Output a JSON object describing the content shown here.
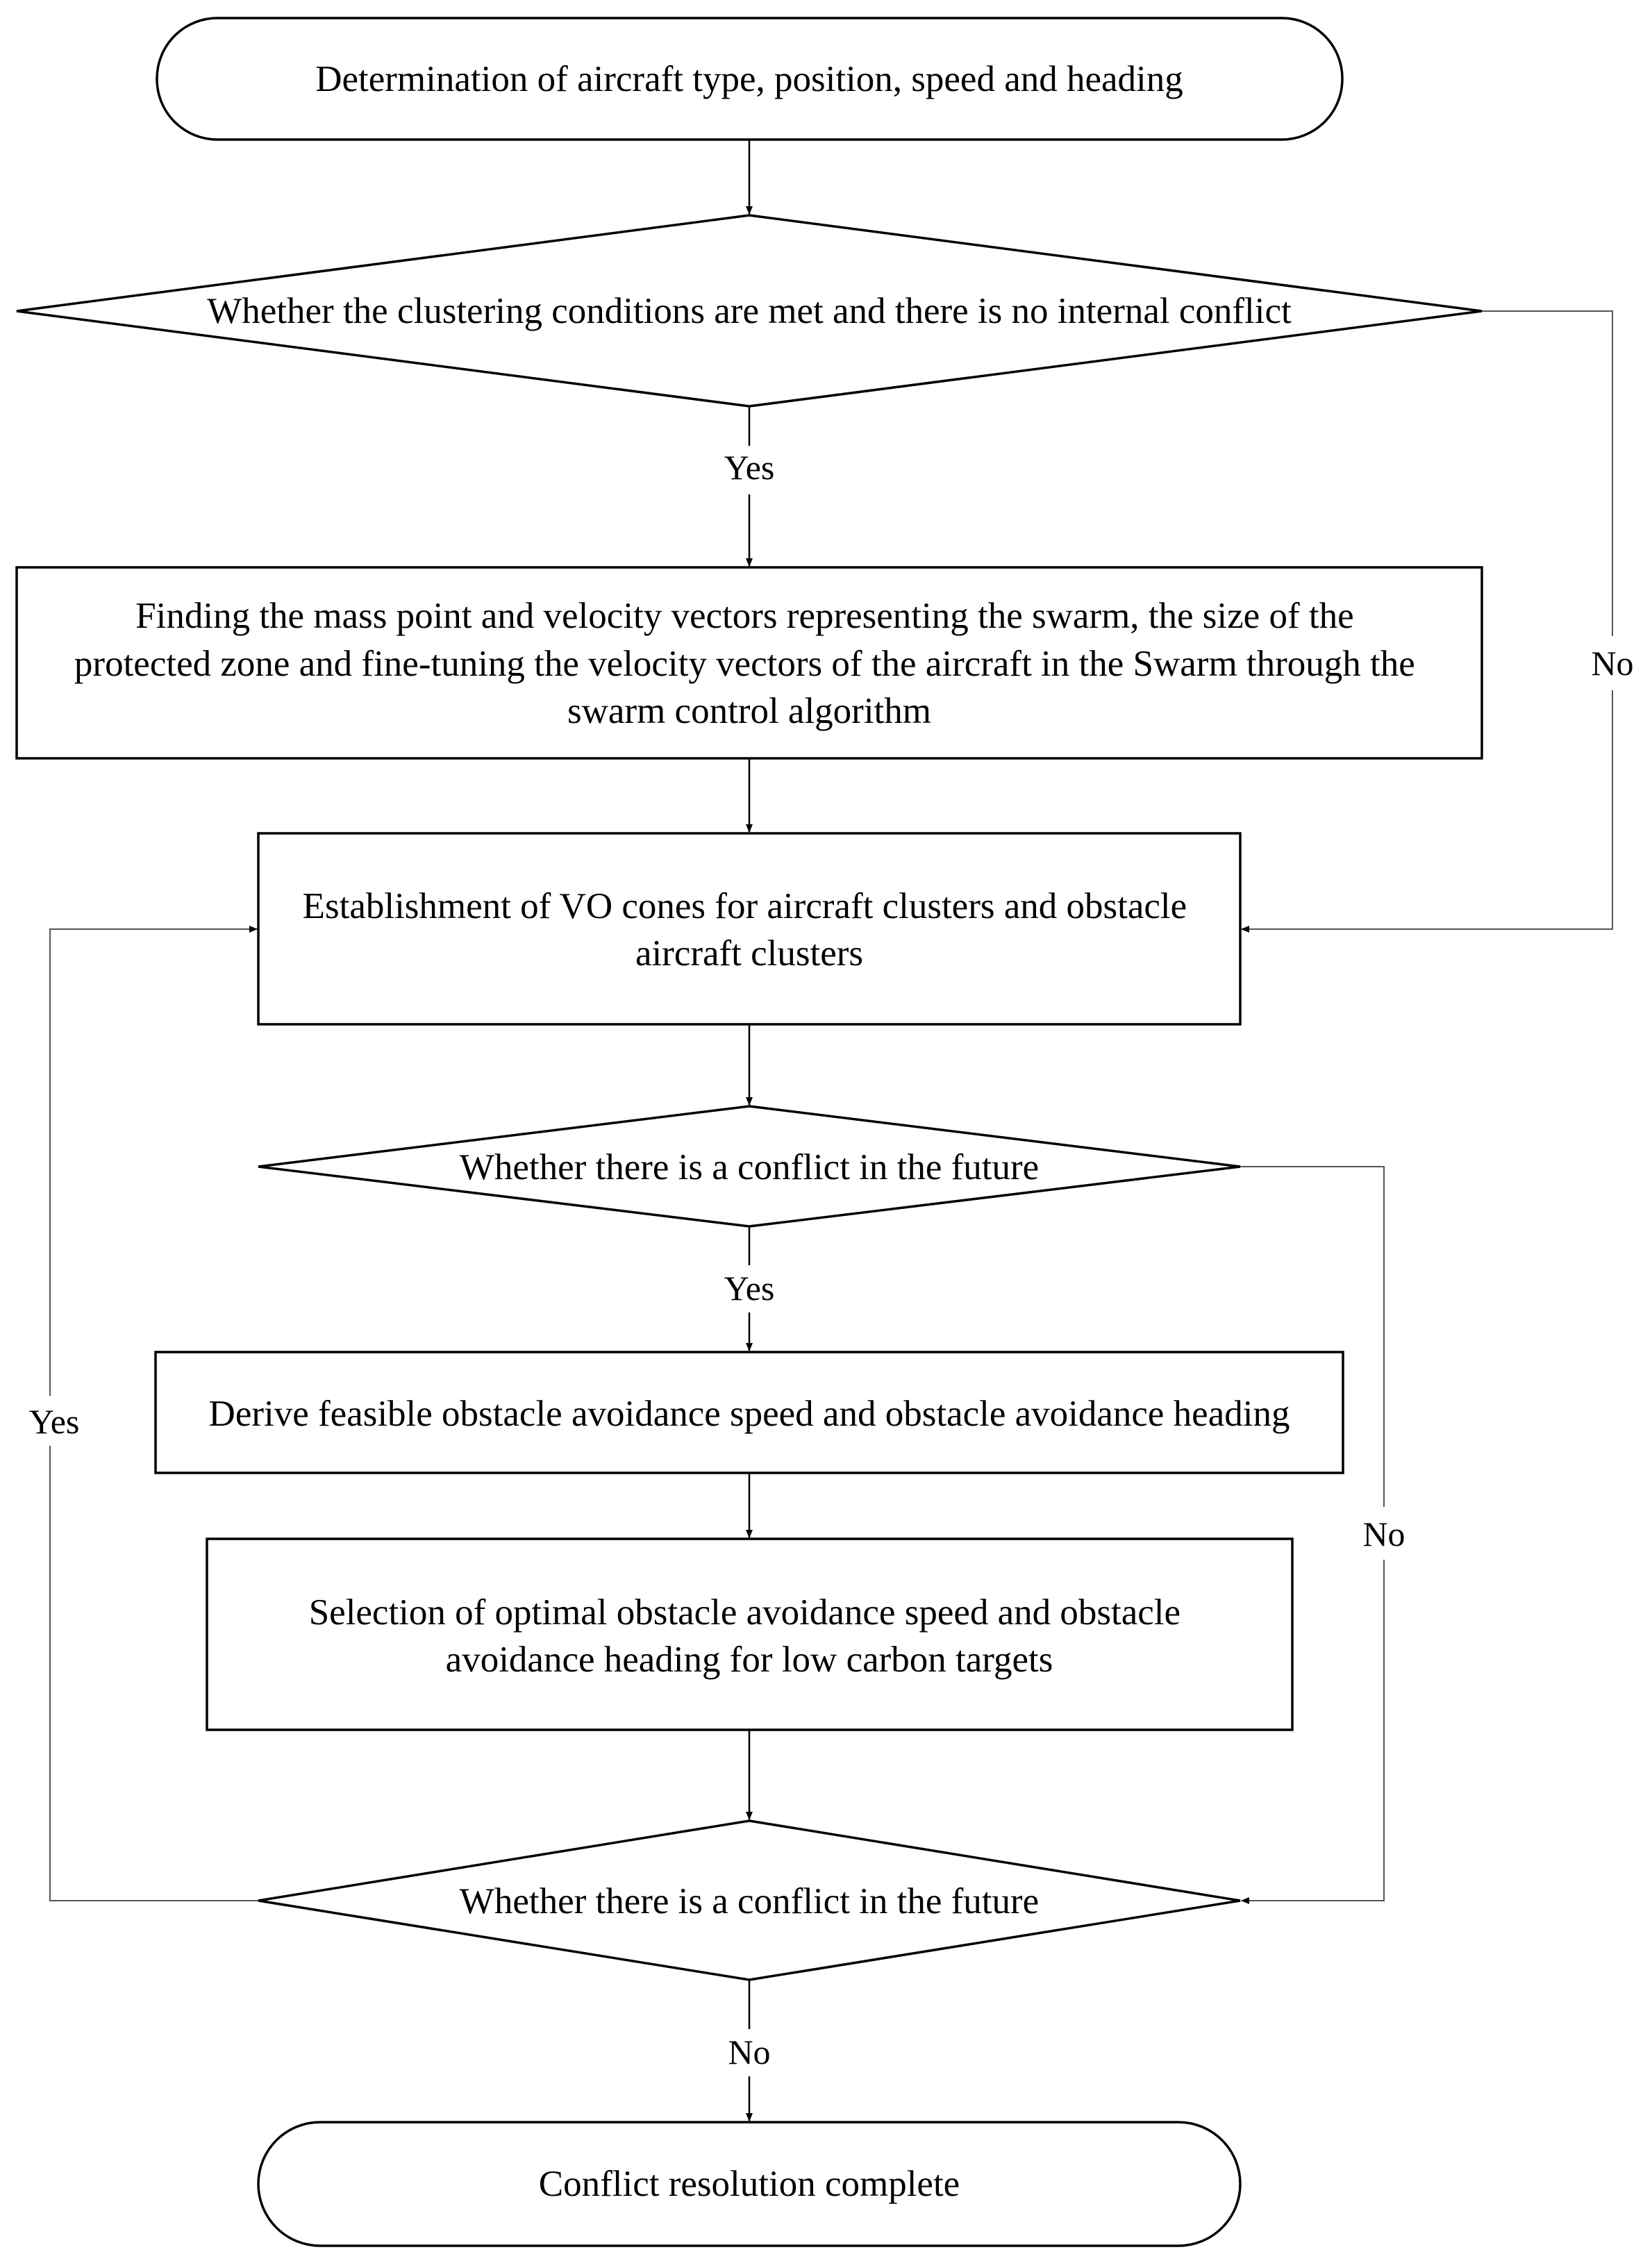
{
  "nodes": {
    "start": {
      "lines": [
        "Determination of aircraft type, position, speed and heading"
      ]
    },
    "decision_cluster": {
      "lines": [
        "Whether the clustering conditions are met and there is no internal conflict"
      ]
    },
    "swarm_vectors": {
      "lines": [
        "Finding the mass point and velocity vectors representing the swarm, the size of the",
        "protected zone and fine-tuning the velocity vectors of the aircraft in the Swarm through the",
        "swarm control algorithm"
      ]
    },
    "vo_cones": {
      "lines": [
        "Establishment of VO cones for aircraft clusters and obstacle",
        "aircraft clusters"
      ]
    },
    "decision_future_1": {
      "lines": [
        "Whether there is a conflict in the future"
      ]
    },
    "derive_feasible": {
      "lines": [
        "Derive feasible obstacle avoidance speed and obstacle avoidance heading"
      ]
    },
    "select_optimal": {
      "lines": [
        "Selection of optimal obstacle avoidance speed and obstacle",
        "avoidance heading for low carbon targets"
      ]
    },
    "decision_future_2": {
      "lines": [
        "Whether there is a conflict in the future"
      ]
    },
    "end": {
      "lines": [
        "Conflict resolution complete"
      ]
    }
  },
  "edge_labels": {
    "cluster_yes": "Yes",
    "cluster_no": "No",
    "future1_yes": "Yes",
    "future1_no": "No",
    "future2_yes": "Yes",
    "future2_no": "No"
  }
}
